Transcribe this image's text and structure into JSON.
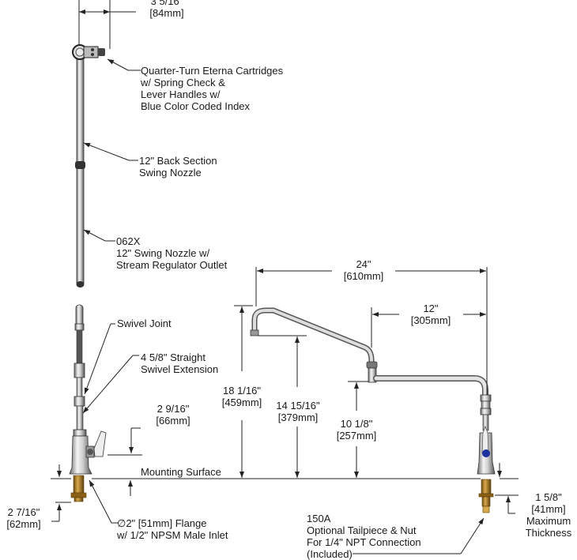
{
  "title": "Double-Joint Swing Nozzle Faucet Dimension Drawing",
  "callouts": {
    "cartridges": [
      "Quarter-Turn Eterna Cartridges",
      "w/ Spring Check &",
      "Lever Handles w/",
      "Blue Color Coded Index"
    ],
    "back_section": [
      "12\" Back Section",
      "Swing Nozzle"
    ],
    "swing_nozzle": [
      "062X",
      "12\" Swing Nozzle w/",
      "Stream Regulator Outlet"
    ],
    "swivel_joint": [
      "Swivel Joint"
    ],
    "swivel_extension": [
      "4 5/8\" Straight",
      "Swivel Extension"
    ],
    "mounting_surface": "Mounting Surface",
    "flange": [
      "∅2\" [51mm] Flange",
      "w/ 1/2\" NPSM Male Inlet"
    ],
    "tailpiece": [
      "150A",
      "Optional Tailpiece & Nut",
      "For 1/4\" NPT Connection",
      "(Included)"
    ]
  },
  "dimensions": {
    "top_width": {
      "imperial": "3 5/16\"",
      "metric": "[84mm]"
    },
    "overall_reach": {
      "imperial": "24\"",
      "metric": "[610mm]"
    },
    "front_reach": {
      "imperial": "12\"",
      "metric": "[305mm]"
    },
    "overall_height": {
      "imperial": "18 1/16\"",
      "metric": "[459mm]"
    },
    "outlet_height": {
      "imperial": "14 15/16\"",
      "metric": "[379mm]"
    },
    "joint_height": {
      "imperial": "10 1/8\"",
      "metric": "[257mm]"
    },
    "handle_height": {
      "imperial": "2 9/16\"",
      "metric": "[66mm]"
    },
    "shank_length": {
      "imperial": "2 7/16\"",
      "metric": "[62mm]"
    },
    "max_thickness": {
      "imperial": "1 5/8\"",
      "metric": "[41mm]",
      "note": [
        "Maximum",
        "Thickness"
      ]
    }
  },
  "colors": {
    "chrome": "#c8c8c8",
    "brass": "#b8892e",
    "index_blue": "#1e2fa0",
    "line": "#222222"
  }
}
